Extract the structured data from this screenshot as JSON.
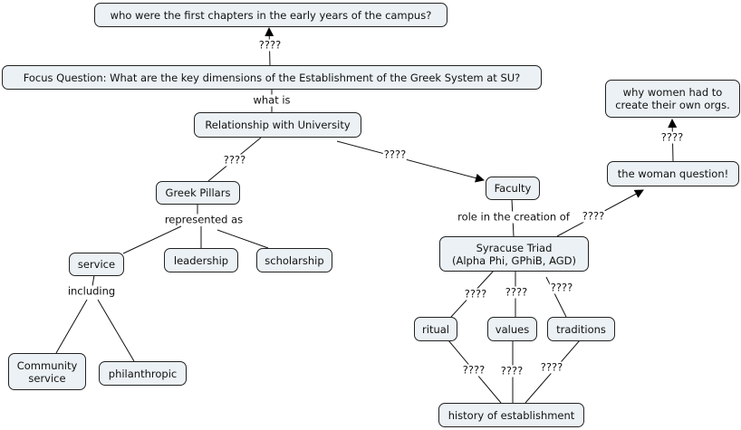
{
  "nodes": {
    "first_chapters": "who were the first chapters in the early years of the campus?",
    "focus_question": "Focus Question: What are the key dimensions of the Establishment of the Greek System at SU?",
    "relationship": "Relationship with University",
    "greek_pillars": "Greek Pillars",
    "faculty": "Faculty",
    "woman_question": "the woman question!",
    "why_women_1": "why women had to",
    "why_women_2": "create their own orgs.",
    "triad_1": "Syracuse Triad",
    "triad_2": "(Alpha Phi, GPhiB, AGD)",
    "service": "service",
    "leadership": "leadership",
    "scholarship": "scholarship",
    "ritual": "ritual",
    "values": "values",
    "traditions": "traditions",
    "community_1": "Community",
    "community_2": "service",
    "philanthropic": "philanthropic",
    "history": "history of establishment"
  },
  "links": {
    "focus_to_first": "????",
    "what_is": "what is",
    "rel_to_pillars": "????",
    "rel_to_faculty": "????",
    "represented_as": "represented as",
    "including": "including",
    "role_in_creation": "role in the creation of",
    "triad_to_woman": "????",
    "woman_to_why": "????",
    "triad_to_ritual": "????",
    "triad_to_values": "????",
    "triad_to_traditions": "????",
    "ritual_to_history": "????",
    "values_to_history": "????",
    "traditions_to_history": "????"
  }
}
